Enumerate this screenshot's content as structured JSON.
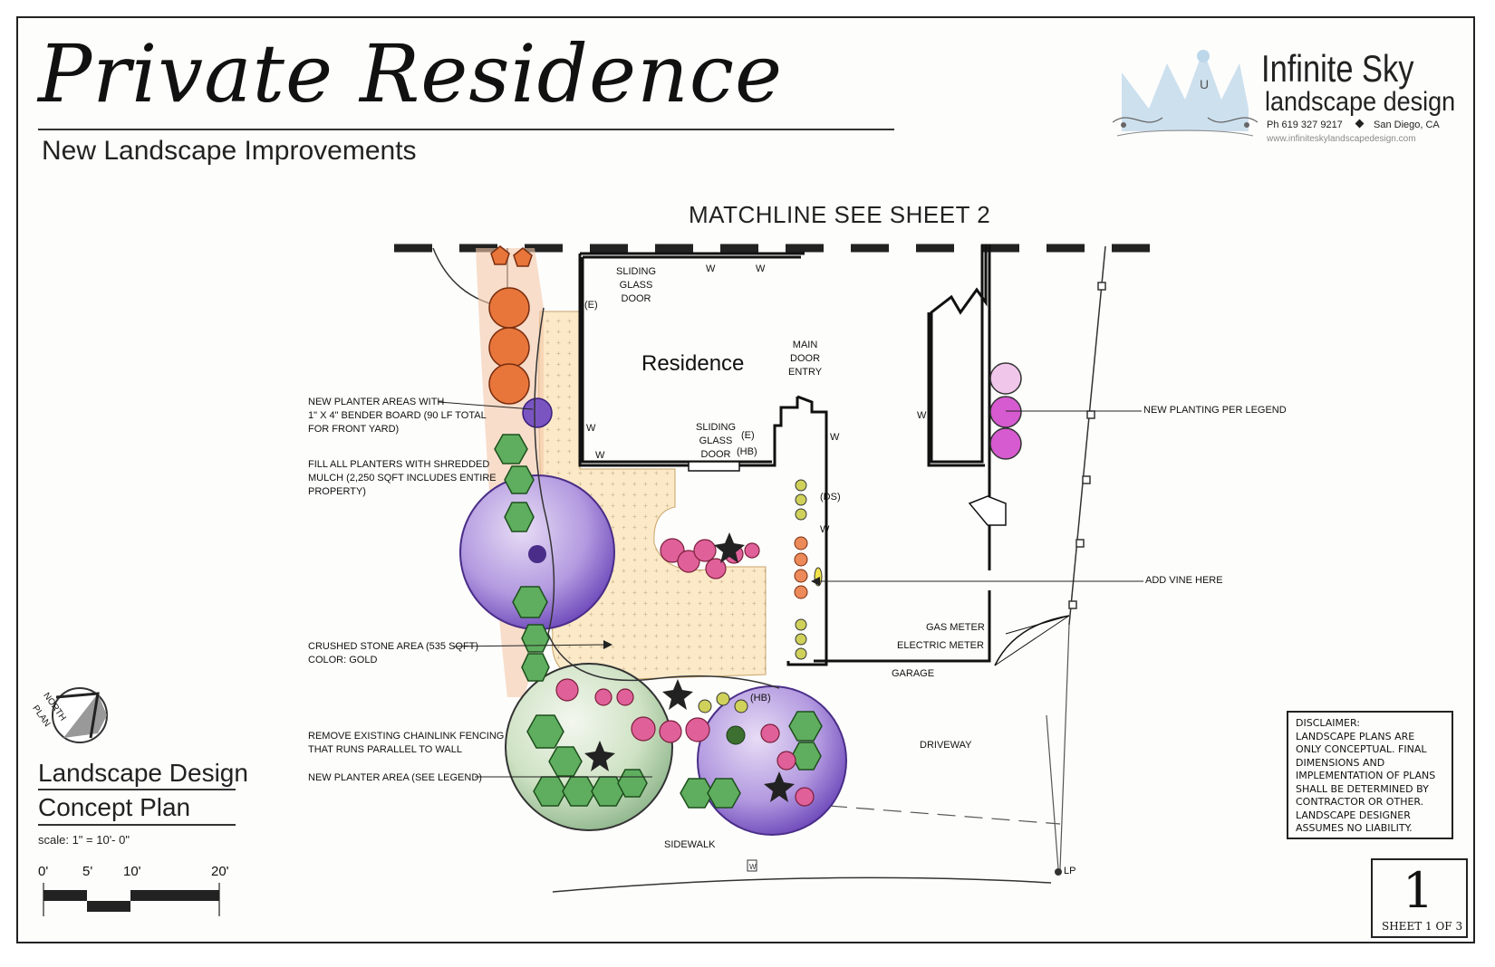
{
  "header": {
    "title": "Private Residence",
    "subtitle": "New Landscape Improvements"
  },
  "logo": {
    "name": "Infinite Sky",
    "tagline": "landscape design",
    "phone": "Ph 619 327 9217",
    "city": "San Diego, CA",
    "url": "www.infiniteskylandscapedesign.com"
  },
  "plan": {
    "matchline": "MATCHLINE  SEE SHEET  2",
    "residence": "Residence",
    "labels": {
      "sliding_glass_door_1": "SLIDING\nGLASS\nDOOR",
      "sliding_glass_door_2": "SLIDING\nGLASS\nDOOR",
      "main_door_entry": "MAIN\nDOOR\nENTRY",
      "w": "W",
      "e": "(E)",
      "hb": "(HB)",
      "ds": "(DS)",
      "gas_meter": "GAS METER",
      "electric_meter": "ELECTRIC METER",
      "garage": "GARAGE",
      "driveway": "DRIVEWAY",
      "sidewalk": "SIDEWALK",
      "lp": "LP",
      "north": "NORTH",
      "plan": "PLAN"
    },
    "callouts": {
      "planter_bender": "NEW PLANTER AREAS WITH\n1\" X 4\" BENDER BOARD (90 LF TOTAL\nFOR FRONT YARD)",
      "mulch": "FILL ALL PLANTERS WITH SHREDDED\nMULCH (2,250 SQFT INCLUDES ENTIRE\nPROPERTY)",
      "crushed_stone": "CRUSHED STONE AREA (535 SQFT)\nCOLOR: GOLD",
      "remove_fence": "REMOVE EXISTING CHAINLINK FENCING\nTHAT RUNS PARALLEL TO WALL",
      "new_planter": "NEW PLANTER AREA (SEE LEGEND)",
      "new_planting": "NEW PLANTING PER LEGEND",
      "add_vine": "ADD VINE HERE"
    }
  },
  "titleblock": {
    "line1": "Landscape Design",
    "line2": "Concept Plan",
    "scale": "scale:  1\" = 10'- 0\"",
    "scalebar_labels": [
      "0'",
      "5'",
      "10'",
      "20'"
    ]
  },
  "disclaimer": "DISCLAIMER:\nLANDSCAPE PLANS ARE\nONLY CONCEPTUAL. FINAL\nDIMENSIONS AND\nIMPLEMENTATION OF PLANS\nSHALL BE DETERMINED BY\nCONTRACTOR OR OTHER.\nLANDSCAPE DESIGNER\nASSUMES NO LIABILITY.",
  "sheet": {
    "number": "1",
    "of": "SHEET  1  OF  3"
  },
  "colors": {
    "purple": "#8a6ac8",
    "green": "#5fae5f",
    "orange": "#e8763a",
    "pink": "#e0609a",
    "magenta": "#d65ad0",
    "gold": "#f0c98a",
    "logo_blue": "#bcd6ea"
  }
}
